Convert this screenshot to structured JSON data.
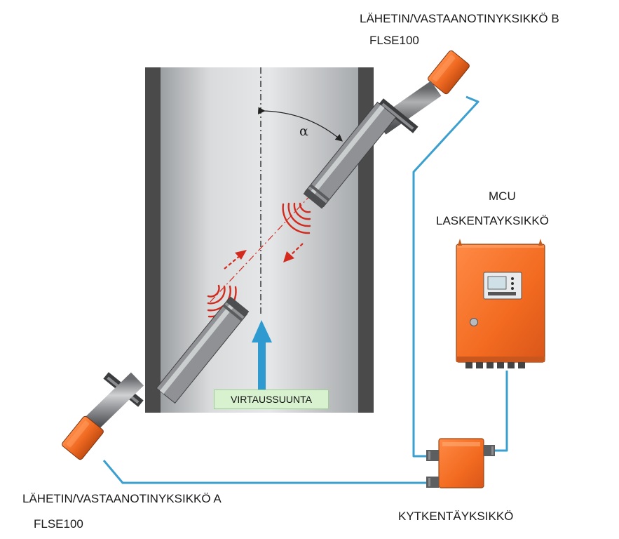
{
  "labels": {
    "unit_b_title": "LÄHETIN/VASTAANOTINYKSIKKÖ B",
    "unit_b_model": "FLSE100",
    "unit_a_title": "LÄHETIN/VASTAANOTINYKSIKKÖ A",
    "unit_a_model": "FLSE100",
    "mcu_title": "MCU",
    "mcu_subtitle": "LASKENTAYKSIKKÖ",
    "junction": "KYTKENTÄYKSIKKÖ",
    "flow_direction": "VIRTAUSSUUNTA",
    "angle": "α"
  },
  "colors": {
    "housing_orange": "#f06a22",
    "cable_blue": "#3b9fcf",
    "flow_arrow_blue": "#2e9ad0",
    "signal_red": "#d42a1e",
    "duct_gray": "#c4c6c8",
    "duct_wall": "#4a4a4a"
  }
}
